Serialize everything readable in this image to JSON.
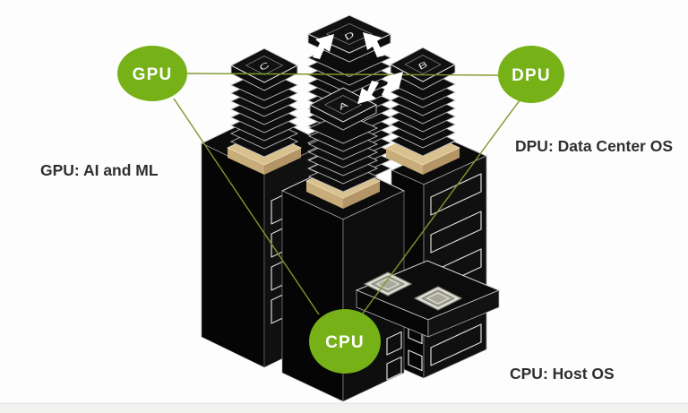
{
  "scene": {
    "nodes": [
      {
        "id": "gpu",
        "label": "GPU"
      },
      {
        "id": "dpu",
        "label": "DPU"
      },
      {
        "id": "cpu",
        "label": "CPU"
      }
    ],
    "annotations": {
      "gpu": "GPU: AI and ML",
      "dpu": "DPU: Data Center OS",
      "cpu": "CPU: Host OS"
    },
    "tower_labels": {
      "a": "A",
      "b": "B",
      "c": "C",
      "d": "D"
    },
    "colors": {
      "node_green": "#75B117",
      "connector_green": "#7E992F",
      "heatsink_base_tan": "#D9C08F",
      "server_black": "#0B0B0B",
      "chip_silver": "#DEDED4",
      "label_text": "#2F2F2F",
      "background": "#FDFDFD"
    }
  }
}
